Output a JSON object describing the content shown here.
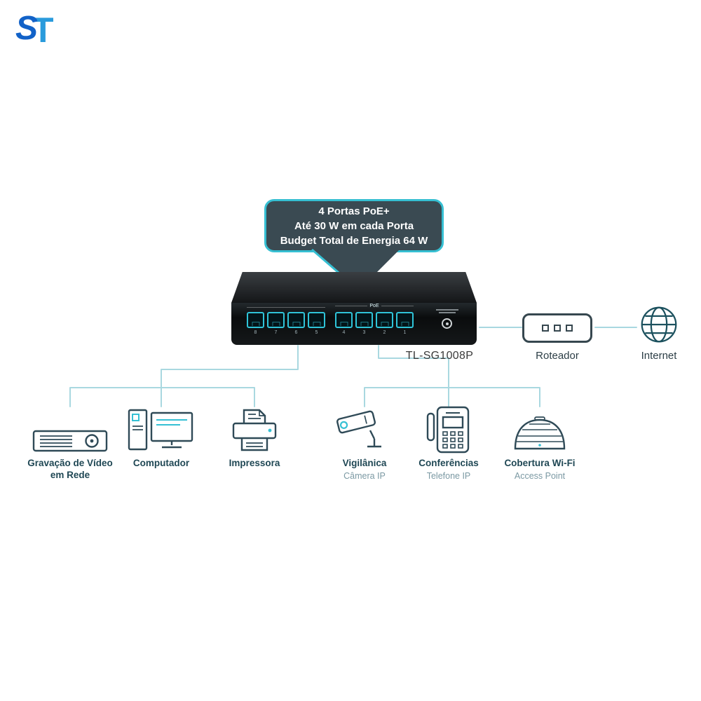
{
  "logo": {
    "s": "S",
    "t": "T"
  },
  "callout": {
    "lines": [
      "4 Portas PoE+",
      "Até 30 W em cada Porta",
      "Budget Total de Energia 64 W"
    ]
  },
  "switch": {
    "model": "TL-SG1008P",
    "poe_label": "PoE",
    "port_numbers": [
      "8",
      "7",
      "6",
      "5",
      "4",
      "3",
      "2",
      "1"
    ]
  },
  "network": {
    "router_label": "Roteador",
    "internet_label": "Internet"
  },
  "devices": [
    {
      "id": "nvr",
      "label": "Gravação de Vídeo em Rede",
      "sublabel": ""
    },
    {
      "id": "computer",
      "label": "Computador",
      "sublabel": ""
    },
    {
      "id": "printer",
      "label": "Impressora",
      "sublabel": ""
    },
    {
      "id": "camera",
      "label": "Vigilânica",
      "sublabel": "Câmera IP"
    },
    {
      "id": "phone",
      "label": "Conferências",
      "sublabel": "Telefone IP"
    },
    {
      "id": "ap",
      "label": "Cobertura Wi-Fi",
      "sublabel": "Access Point"
    }
  ],
  "colors": {
    "accent_teal": "#35c0d4",
    "callout_bg": "#3a4a52",
    "line": "#a9d8e0",
    "icon_stroke": "#2f4a57",
    "label_dark": "#1f4754",
    "label_light": "#7b99a3"
  }
}
